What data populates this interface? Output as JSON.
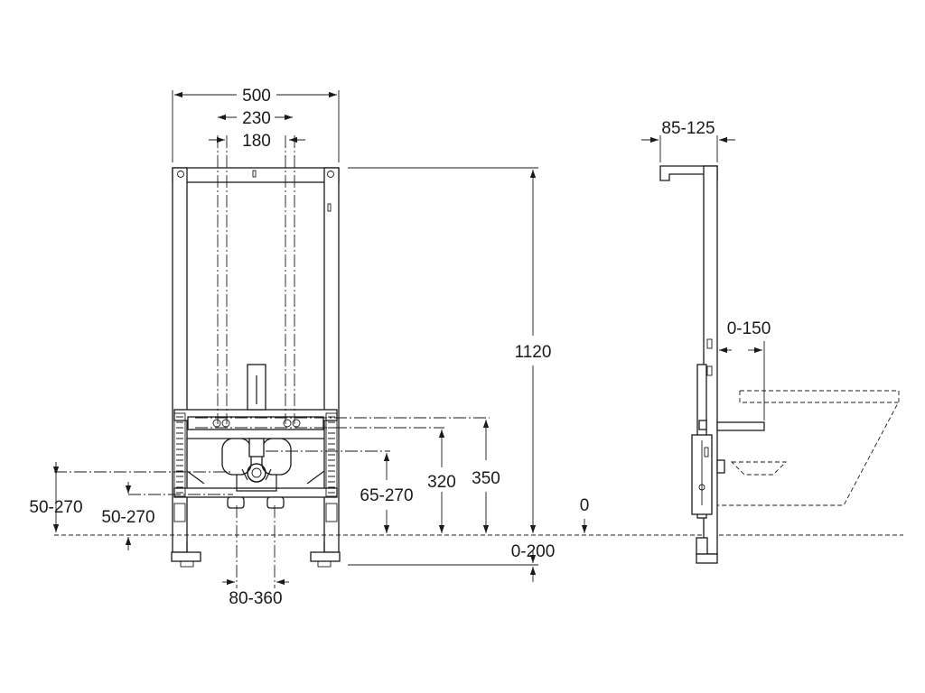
{
  "front_view": {
    "dims": {
      "width_500": "500",
      "width_230": "230",
      "width_180": "180",
      "height_1120": "1120",
      "height_350": "350",
      "height_320": "320",
      "height_65_270": "65-270",
      "height_50_270_left": "50-270",
      "height_50_270_right": "50-270",
      "spacing_80_360": "80-360",
      "floor_0_200": "0-200",
      "floor_zero": "0"
    }
  },
  "side_view": {
    "dims": {
      "depth_85_125": "85-125",
      "offset_0_150": "0-150"
    }
  }
}
